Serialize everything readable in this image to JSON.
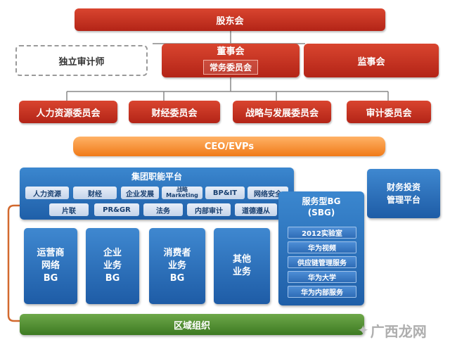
{
  "top": {
    "shareholders": "股东会",
    "auditor": "独立审计师",
    "board": "董事会",
    "standing_committee": "常务委员会",
    "supervisory": "监事会"
  },
  "committees": [
    "人力资源委员会",
    "财经委员会",
    "战略与发展委员会",
    "审计委员会"
  ],
  "ceo": "CEO/EVPs",
  "platform": {
    "title": "集团职能平台",
    "row1": [
      "人力资源",
      "财经",
      "企业发展",
      "战略\nMarketing",
      "BP&IT",
      "网络安全"
    ],
    "row2": [
      "片联",
      "PR&GR",
      "法务",
      "内部审计",
      "道德遵从"
    ]
  },
  "finance_platform": "财务投资\n管理平台",
  "business_groups": [
    "运营商\n网络\nBG",
    "企业\n业务\nBG",
    "消费者\n业务\nBG",
    "其他\n业务"
  ],
  "sbg": {
    "title": "服务型BG\n(SBG)",
    "items": [
      "2012实验室",
      "华为视频",
      "供应链管理服务",
      "华为大学",
      "华为内部服务"
    ]
  },
  "regional": "区域组织",
  "watermark": "广西龙网",
  "colors": {
    "red": "#c0311f",
    "orange": "#f58a2a",
    "blue": "#2668b4",
    "green": "#4a8a2a"
  }
}
